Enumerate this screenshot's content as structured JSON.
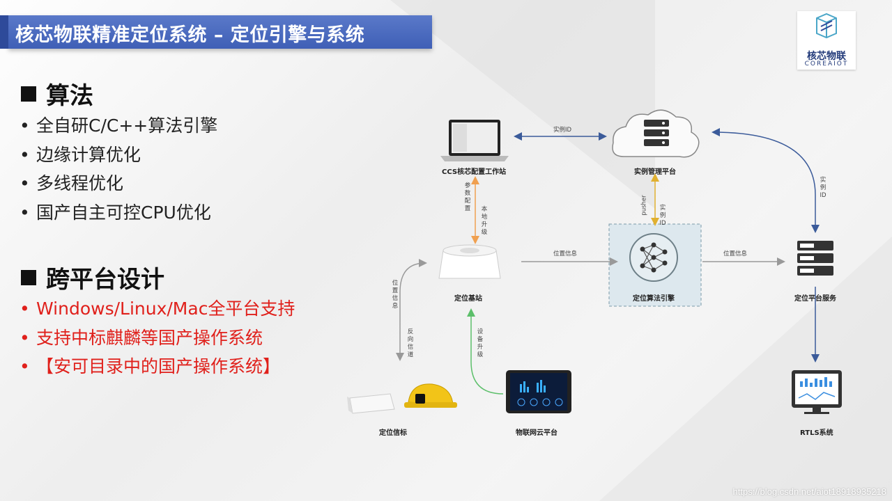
{
  "title": "核芯物联精准定位系统 – 定位引擎与系统",
  "logo": {
    "cn": "核芯物联",
    "en": "COREAIOT"
  },
  "sections": [
    {
      "heading": "算法",
      "items": [
        "全自研C/C++算法引擎",
        "边缘计算优化",
        "多线程优化",
        "国产自主可控CPU优化"
      ]
    },
    {
      "heading": "跨平台设计",
      "items": [
        "Windows/Linux/Mac全平台支持",
        "支持中标麒麟等国产操作系统",
        "【安可目录中的国产操作系统】"
      ],
      "color": "#e0201b"
    }
  ],
  "diagram": {
    "nodes": {
      "ccs": "CCS核芯配置工作站",
      "instance_mgr": "实例管理平台",
      "base_station": "定位基站",
      "engine": "定位算法引擎",
      "platform_service": "定位平台服务",
      "beacon": "定位信标",
      "iot_cloud": "物联网云平台",
      "rtls": "RTLS系统"
    },
    "edges": {
      "ccs_instance": "实例ID",
      "param_config": "参数配置",
      "local_upgrade": "本地升级",
      "pusher": "pusher",
      "instance_id_v": "实例ID",
      "instance_id_right": "实例ID",
      "pos_info_1": "位置信息",
      "pos_info_2": "位置信息",
      "pos_info_left": "位置信息",
      "reverse_channel": "反向信道",
      "device_upgrade": "设备升级"
    }
  },
  "footer_url": "https://blog.csdn.net/aiot18918935218",
  "colors": {
    "title_bg": "#4a6bc0",
    "red": "#e0201b",
    "blue_arrow": "#3b5b9a",
    "orange_arrow": "#f0a050",
    "green_arrow": "#5cbf6a",
    "gray_arrow": "#999999"
  }
}
